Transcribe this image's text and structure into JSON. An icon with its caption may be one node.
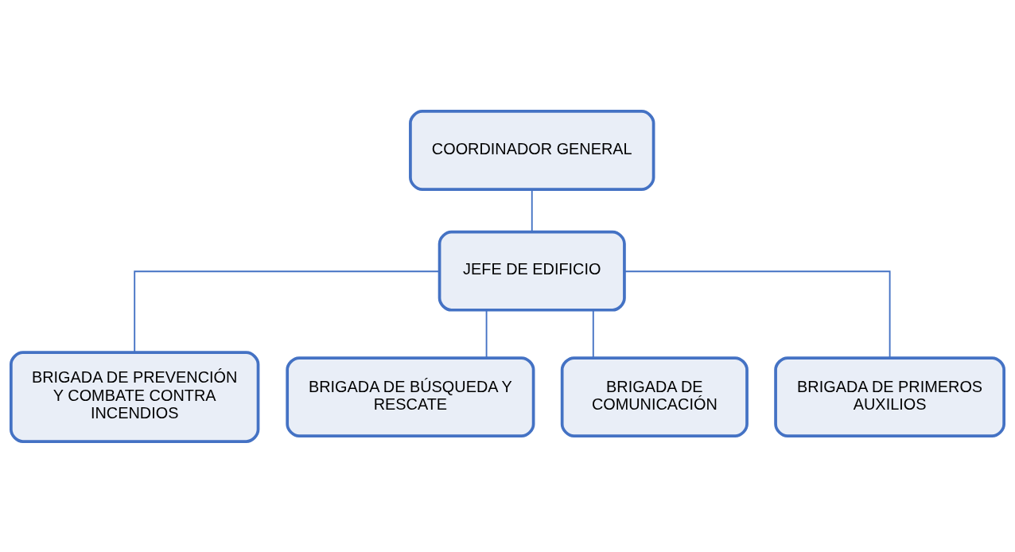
{
  "diagram": {
    "nodes": [
      {
        "text": [
          "COORDINADOR GENERAL"
        ]
      },
      {
        "text": [
          "JEFE DE EDIFICIO"
        ]
      },
      {
        "text": [
          "BRIGADA DE PREVENCIÓN Y COMBATE CONTRA INCENDIOS"
        ]
      },
      {
        "text": [
          "BRIGADA DE BÚSQUEDA Y RESCATE"
        ]
      },
      {
        "text": [
          "BRIGADA DE COMUNICACIÓN"
        ]
      },
      {
        "text": [
          "BRIGADA DE PRIMEROS AUXILIOS"
        ]
      }
    ],
    "edges": [
      {
        "from": 0,
        "to": 1,
        "arrow": "none"
      },
      {
        "from": 1,
        "to": 2,
        "arrow": "none"
      },
      {
        "from": 1,
        "to": 3,
        "arrow": "none"
      },
      {
        "from": 1,
        "to": 4,
        "arrow": "none"
      },
      {
        "from": 1,
        "to": 5,
        "arrow": "none"
      }
    ]
  }
}
